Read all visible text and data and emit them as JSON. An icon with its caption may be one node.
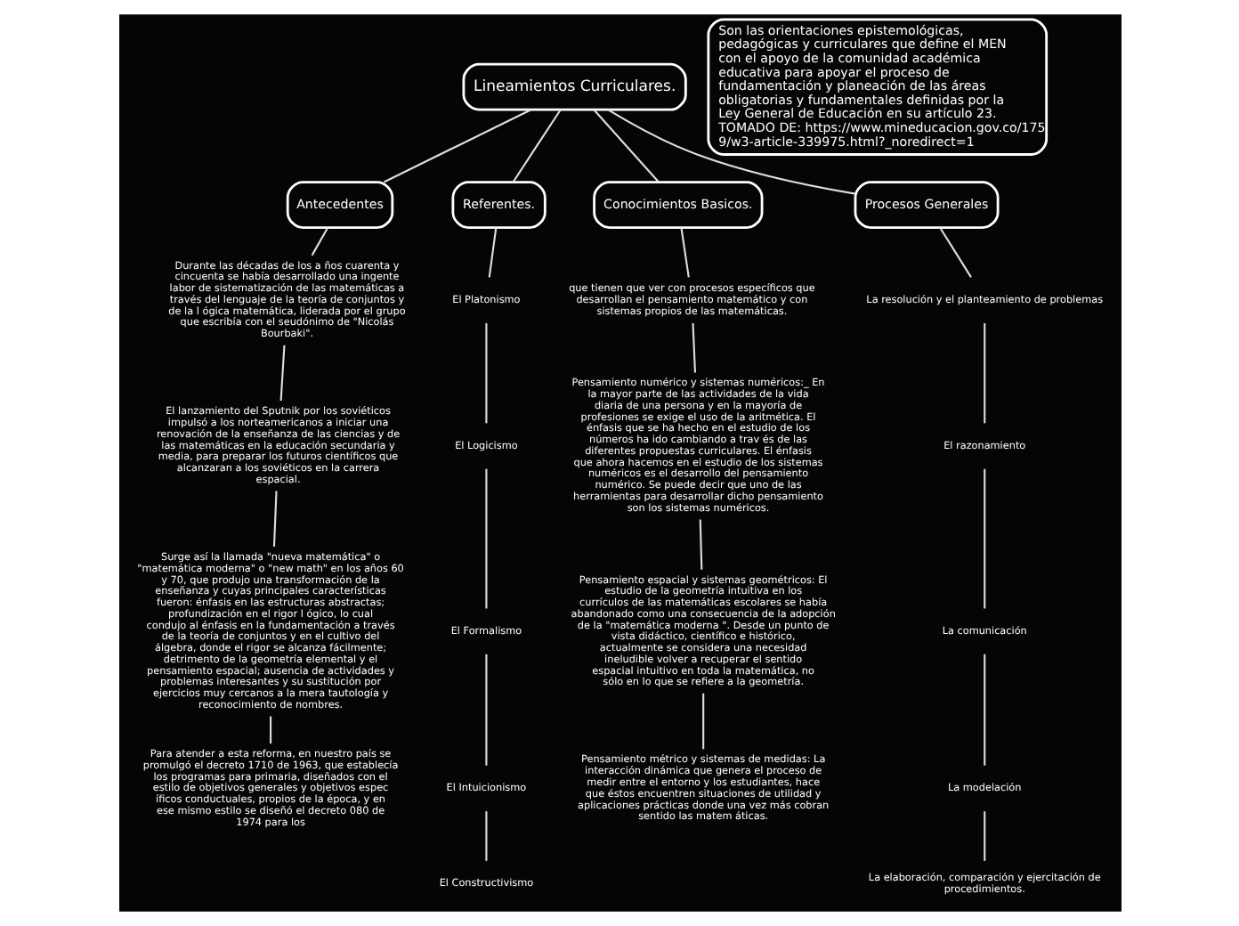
{
  "diagram": {
    "nodes": [
      {
        "text": [
          "Lineamientos Curriculares."
        ]
      },
      {
        "text": [
          "Son las orientaciones epistemológicas, pedagógicas y curriculares que define el MEN con el apoyo de la comunidad académica educativa para apoyar el proceso de fundamentación y planeación de las áreas obligatorias y fundamentales definidas por la Ley General de Educación en su artículo 23.",
          "TOMADO DE: https://www.mineducacion.gov.co/1759/w3-article-339975.html?_noredirect=1"
        ]
      },
      {
        "text": [
          "Antecedentes"
        ]
      },
      {
        "text": [
          "Referentes."
        ]
      },
      {
        "text": [
          "Conocimientos Basicos."
        ]
      },
      {
        "text": [
          "Procesos Generales"
        ]
      },
      {
        "text": [
          "Durante las décadas de los a ños cuarenta y cincuenta se había desarrollado una ingente labor de sistematización de las matemáticas a través del lenguaje de la teoría de conjuntos y de la l ógica matemática, liderada por el grupo que escribía con el seudónimo de \"Nicolás Bourbaki\"."
        ]
      },
      {
        "text": [
          "El lanzamiento del Sputnik por los soviéticos impulsó a los norteamericanos a iniciar una renovación de la enseñanza de las ciencias y de las matemáticas en la educación secundaria y media, para preparar los futuros científicos que alcanzaran a los soviéticos en la carrera espacial."
        ]
      },
      {
        "text": [
          "Surge así la llamada \"nueva matemática\" o \"matemática moderna\" o \"new math\" en los años 60 y 70, que produjo una transformación de la enseñanza y cuyas principales características fueron: énfasis en las estructuras abstractas; profundización en el rigor l ógico, lo cual condujo al énfasis en la fundamentación a través de la teoría de conjuntos y en el cultivo del álgebra, donde el rigor se alcanza fácilmente; detrimento de la geometría elemental y el pensamiento espacial; ausencia de actividades y problemas interesantes y su sustitución por ejercicios muy cercanos a la mera tautología y reconocimiento de nombres."
        ]
      },
      {
        "text": [
          "Para atender a esta reforma, en nuestro país se promulgó el decreto 1710 de 1963, que establecía los programas para primaria, diseñados con el estilo de objetivos generales y objetivos espec íficos conductuales, propios de la época, y en ese mismo estilo se diseñó el decreto 080 de 1974 para los"
        ]
      },
      {
        "text": [
          "El Platonismo"
        ]
      },
      {
        "text": [
          "El Logicismo"
        ]
      },
      {
        "text": [
          "El Formalismo"
        ]
      },
      {
        "text": [
          "El Intuicionismo"
        ]
      },
      {
        "text": [
          "El Constructivismo"
        ]
      },
      {
        "text": [
          "que tienen que ver con procesos específicos que desarrollan el pensamiento matemático y con sistemas propios de las matemáticas."
        ]
      },
      {
        "text": [
          "Pensamiento numérico y sistemas numéricos:_ En la mayor parte de las actividades de la vida diaria de una persona y en la mayoría de profesiones se exige el uso de la aritmética. El énfasis que se ha hecho en el estudio de los números ha ido cambiando a trav és de las diferentes propuestas curriculares. El énfasis que ahora hacemos en el estudio de los sistemas numéricos es el desarrollo del pensamiento numérico. Se puede decir que uno de las herramientas para desarrollar dicho pensamiento son los sistemas numéricos."
        ]
      },
      {
        "text": [
          "Pensamiento espacial y sistemas geométricos: El estudio de la geometría intuitiva en los currículos de las matemáticas escolares se había abandonado como una consecuencia de la adopción de la \"matemática moderna \". Desde un punto de vista didáctico, científico e histórico, actualmente se considera una necesidad ineludible volver a recuperar el sentido espacial intuitivo en toda la matemática, no sólo en lo que se refiere a la geometría."
        ]
      },
      {
        "text": [
          "Pensamiento métrico y sistemas de medidas: La interacción dinámica que genera el proceso de medir entre el entorno y los estudiantes, hace que éstos encuentren situaciones de utilidad y aplicaciones prácticas donde una vez más cobran sentido las matem áticas."
        ]
      },
      {
        "text": [
          "La resolución y el planteamiento de problemas"
        ]
      },
      {
        "text": [
          "El razonamiento"
        ]
      },
      {
        "text": [
          "La comunicación"
        ]
      },
      {
        "text": [
          "La modelación"
        ]
      },
      {
        "text": [
          "La elaboración, comparación y ejercitación de procedimientos."
        ]
      }
    ],
    "edges": [
      {
        "from": 0,
        "to": 2,
        "arrow": "none"
      },
      {
        "from": 0,
        "to": 3,
        "arrow": "none"
      },
      {
        "from": 0,
        "to": 4,
        "arrow": "none"
      },
      {
        "from": 0,
        "to": 5,
        "arrow": "none"
      },
      {
        "from": 2,
        "to": 6,
        "arrow": "none"
      },
      {
        "from": 6,
        "to": 7,
        "arrow": "none"
      },
      {
        "from": 7,
        "to": 8,
        "arrow": "none"
      },
      {
        "from": 8,
        "to": 9,
        "arrow": "none"
      },
      {
        "from": 3,
        "to": 10,
        "arrow": "none"
      },
      {
        "from": 10,
        "to": 11,
        "arrow": "none"
      },
      {
        "from": 11,
        "to": 12,
        "arrow": "none"
      },
      {
        "from": 12,
        "to": 13,
        "arrow": "none"
      },
      {
        "from": 13,
        "to": 14,
        "arrow": "none"
      },
      {
        "from": 4,
        "to": 15,
        "arrow": "none"
      },
      {
        "from": 15,
        "to": 16,
        "arrow": "none"
      },
      {
        "from": 16,
        "to": 17,
        "arrow": "none"
      },
      {
        "from": 17,
        "to": 18,
        "arrow": "none"
      },
      {
        "from": 5,
        "to": 19,
        "arrow": "none"
      },
      {
        "from": 19,
        "to": 20,
        "arrow": "none"
      },
      {
        "from": 20,
        "to": 21,
        "arrow": "none"
      },
      {
        "from": 21,
        "to": 22,
        "arrow": "none"
      },
      {
        "from": 22,
        "to": 23,
        "arrow": "none"
      }
    ]
  }
}
